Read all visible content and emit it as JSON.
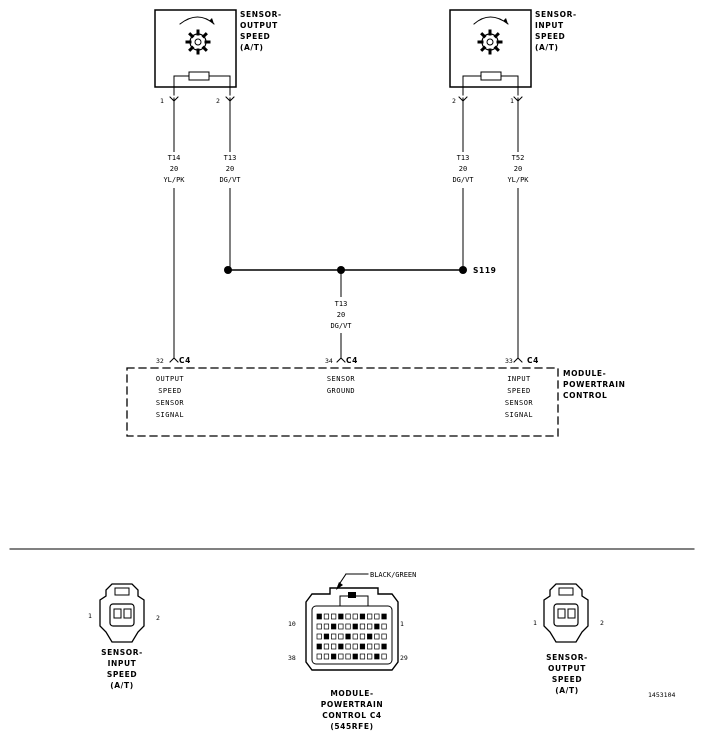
{
  "components": {
    "output_sensor": {
      "lines": [
        "SENSOR-",
        "OUTPUT",
        "SPEED",
        "(A/T)"
      ]
    },
    "input_sensor": {
      "lines": [
        "SENSOR-",
        "INPUT",
        "SPEED",
        "(A/T)"
      ]
    },
    "pcm": {
      "lines": [
        "MODULE-",
        "POWERTRAIN",
        "CONTROL"
      ]
    }
  },
  "pins": {
    "out_1": "1",
    "out_2": "2",
    "in_2": "2",
    "in_1": "1",
    "pcm_32": "32",
    "pcm_34": "34",
    "pcm_33": "33",
    "conn": "C4"
  },
  "wires": {
    "w1": [
      "T14",
      "20",
      "YL/PK"
    ],
    "w2": [
      "T13",
      "20",
      "DG/VT"
    ],
    "w3": [
      "T13",
      "20",
      "DG/VT"
    ],
    "w4": [
      "T52",
      "20",
      "YL/PK"
    ],
    "w5": [
      "T13",
      "20",
      "DG/VT"
    ]
  },
  "splice": "S119",
  "pcm_pins": {
    "p32": [
      "OUTPUT",
      "SPEED",
      "SENSOR",
      "SIGNAL"
    ],
    "p34": [
      "SENSOR",
      "GROUND"
    ],
    "p33": [
      "INPUT",
      "SPEED",
      "SENSOR",
      "SIGNAL"
    ]
  },
  "connectors": {
    "input_speed": {
      "pin_left": "1",
      "pin_right": "2",
      "label": [
        "SENSOR-",
        "INPUT",
        "SPEED",
        "(A/T)"
      ]
    },
    "pcm_c4": {
      "callout": "BLACK/GREEN",
      "pin_tl": "10",
      "pin_tr": "1",
      "pin_bl": "38",
      "pin_br": "29",
      "label": [
        "MODULE-",
        "POWERTRAIN",
        "CONTROL C4",
        "(545RFE)"
      ]
    },
    "output_speed": {
      "pin_left": "1",
      "pin_right": "2",
      "label": [
        "SENSOR-",
        "OUTPUT",
        "SPEED",
        "(A/T)"
      ]
    }
  },
  "figure_id": "1453104"
}
